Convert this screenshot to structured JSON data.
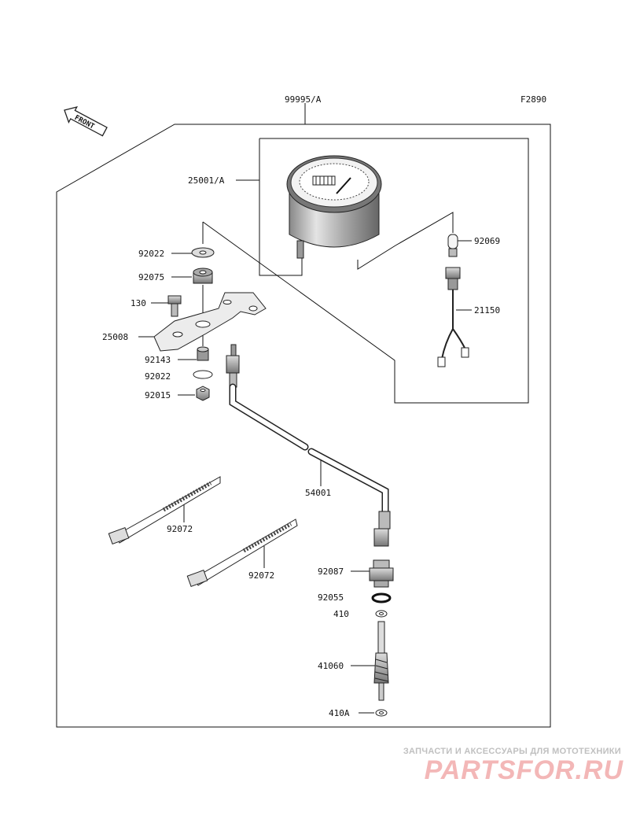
{
  "figure_code": "F2890",
  "front_label": "FRONT",
  "labels": {
    "kit": "99995/A",
    "meter": "25001/A",
    "bulb": "92069",
    "harness": "21150",
    "damper_washer_top": "92022",
    "grommet": "92075",
    "bolt": "130",
    "bracket": "25008",
    "collar": "92143",
    "damper_washer_bottom": "92022",
    "nut": "92015",
    "cable": "54001",
    "band_1": "92072",
    "band_2": "92072",
    "fitting": "92087",
    "o_ring": "92055",
    "washer": "410",
    "gear": "41060",
    "washer_a": "410A"
  },
  "watermark": {
    "tagline": "ЗАПЧАСТИ И АКСЕССУАРЫ ДЛЯ МОТОТЕХНИКИ",
    "logo": "PARTSFOR.RU"
  }
}
